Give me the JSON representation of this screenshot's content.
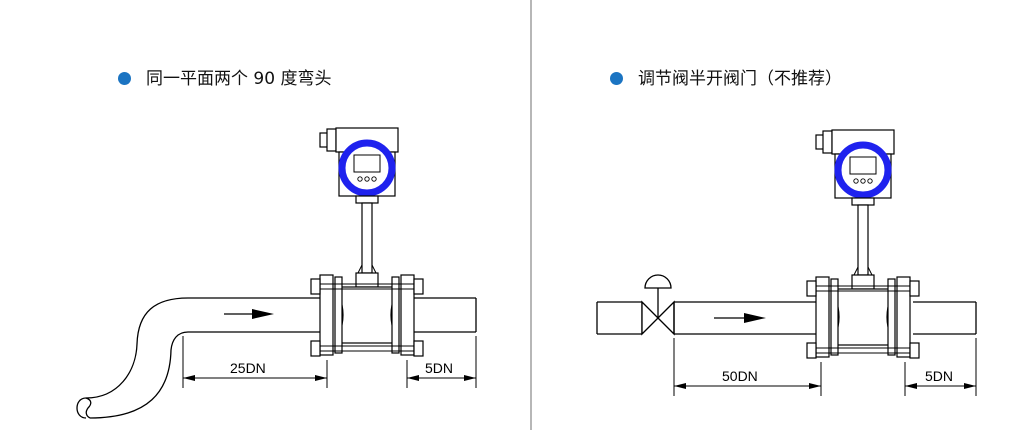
{
  "colors": {
    "bullet": "#1b74c2",
    "display_ring": "#1f22ee",
    "line": "#000000",
    "divider": "#6f6f6f"
  },
  "left_panel": {
    "title": "同一平面两个 90 度弯头",
    "upstream_label": "25DN",
    "downstream_label": "5DN"
  },
  "right_panel": {
    "title": "调节阀半开阀门（不推荐）",
    "upstream_label": "50DN",
    "downstream_label": "5DN"
  },
  "icons": [
    "bullet-dot-icon",
    "flow-direction-arrow-icon",
    "flowmeter-display-icon",
    "control-valve-icon",
    "pipe-elbow-icon"
  ]
}
